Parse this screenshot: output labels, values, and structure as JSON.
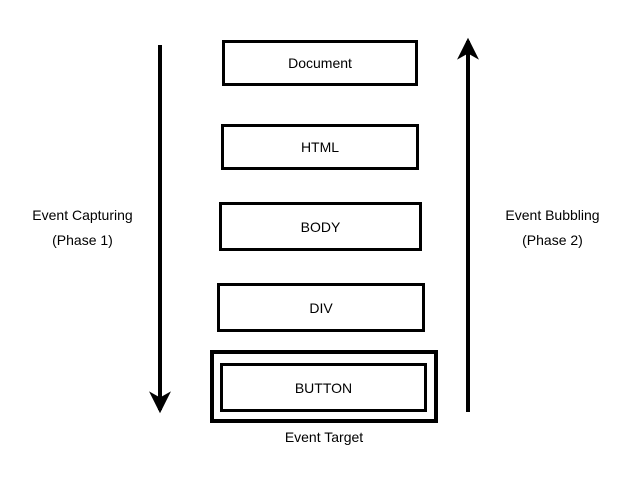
{
  "diagram": {
    "boxes": [
      {
        "id": "document",
        "label": "Document"
      },
      {
        "id": "html",
        "label": "HTML"
      },
      {
        "id": "body",
        "label": "BODY"
      },
      {
        "id": "div",
        "label": "DIV"
      },
      {
        "id": "button",
        "label": "BUTTON",
        "is_event_target": true
      }
    ],
    "target_caption": "Event Target",
    "capture_annotation": {
      "line1": "Event Capturing",
      "line2": "(Phase 1)"
    },
    "bubble_annotation": {
      "line1": "Event Bubbling",
      "line2": "(Phase 2)"
    },
    "arrows": [
      {
        "name": "capture-arrow",
        "direction": "down",
        "side": "left"
      },
      {
        "name": "bubble-arrow",
        "direction": "up",
        "side": "right"
      }
    ],
    "colors": {
      "foreground": "#000000",
      "background": "#ffffff"
    }
  }
}
